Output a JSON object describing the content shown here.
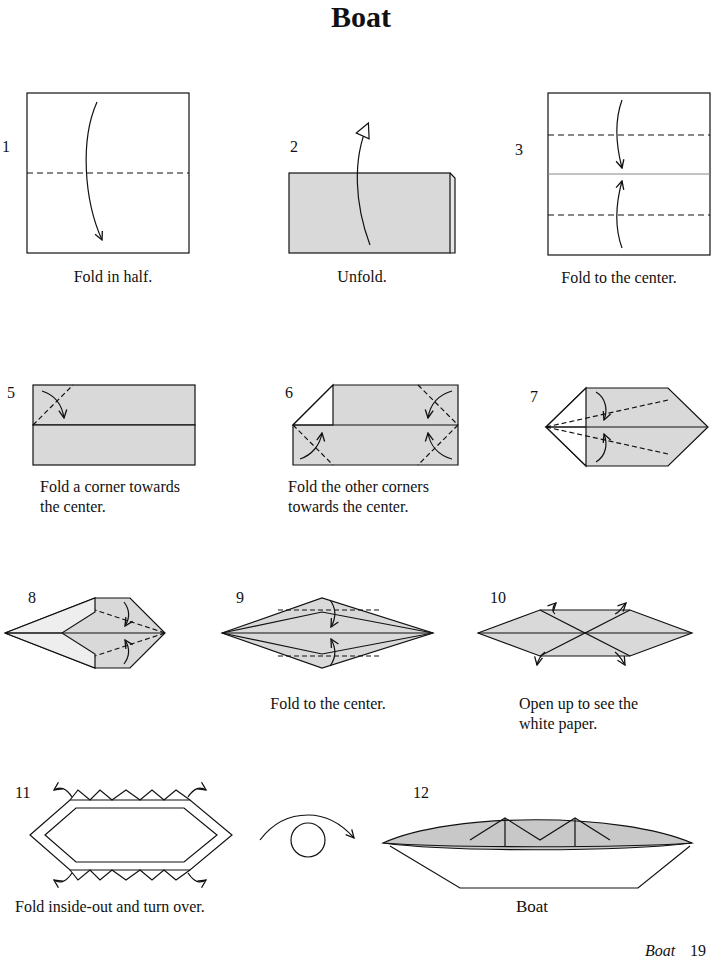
{
  "diagram": {
    "title": "Boat",
    "labels": [
      "1",
      "Fold in half.",
      "2",
      "Unfold.",
      "3",
      "Fold to the center.",
      "5",
      "Fold a corner towards the center.",
      "6",
      "Fold the other corners towards the center.",
      "7",
      "8",
      "9",
      "Fold to the center.",
      "10",
      "Open up to see the white paper.",
      "11",
      "Fold inside-out and turn over.",
      "12",
      "Boat",
      "Boat",
      "19"
    ]
  }
}
